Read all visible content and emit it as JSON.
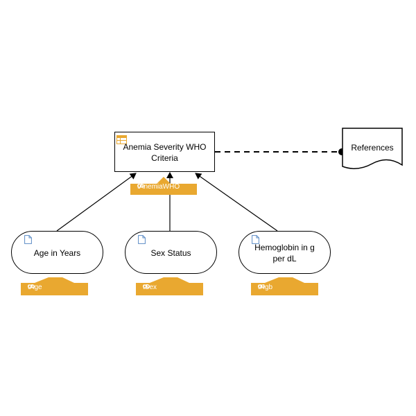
{
  "colors": {
    "tag_fill": "#E9A830",
    "icon_accent": "#E9A830",
    "doc_icon": "#5B8BC5",
    "stroke": "#000000"
  },
  "decision": {
    "label": "Anemia Severity WHO Criteria",
    "icon": "decision-table-icon",
    "tag": "tAnemiaWHO"
  },
  "inputs": [
    {
      "label": "Age in Years",
      "tag": "tAge",
      "icon": "document-icon"
    },
    {
      "label": "Sex Status",
      "tag": "tSex",
      "icon": "document-icon"
    },
    {
      "label": "Hemoglobin in g per dL",
      "tag": "tHgb",
      "icon": "document-icon"
    }
  ],
  "knowledge_source": {
    "label": "References"
  },
  "tag_icon": "link-icon"
}
